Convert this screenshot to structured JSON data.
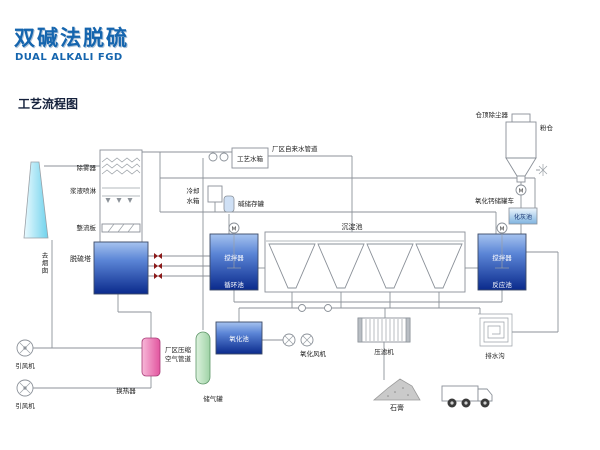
{
  "header": {
    "title": "双碱法脱硫",
    "subtitle": "DUAL ALKALI FGD",
    "section": "工艺流程图"
  },
  "diagram": {
    "chimney": {
      "label": "去烟囱"
    },
    "tower": {
      "label": "脱硫塔",
      "demister": "除雾器",
      "spray": "浆液喷淋",
      "rectifier": "整流板"
    },
    "fans": {
      "fan1": "引风机",
      "fan2": "引风机"
    },
    "water": {
      "process_tank": "工艺水箱",
      "tap_pipe": "厂区自来水管道",
      "cooling_line1": "冷却",
      "cooling_line2": "水箱",
      "alkali_tank": "碱储存罐"
    },
    "pools": {
      "sedimentation": "沉淀池",
      "agitator_left": "搅拌器",
      "agitator_right": "搅拌器",
      "circulation": "循环池",
      "reaction": "反应池",
      "oxidation": "氧化池"
    },
    "air": {
      "heat_exchanger": "换热器",
      "gas_tank": "储气罐",
      "pipe_line1": "厂区压缩",
      "pipe_line2": "空气管道",
      "oxidation_fan": "氧化风机"
    },
    "solids": {
      "filter_press": "压滤机",
      "drain": "排水沟",
      "gypsum": "石膏"
    },
    "lime": {
      "dust_collector": "仓顶除尘器",
      "silo": "粉仓",
      "truck": "氧化钙储罐车",
      "slaking": "化灰池"
    },
    "motors": {
      "left": "M",
      "right": "M",
      "silo": "M"
    }
  },
  "colors": {
    "accent": "#1565ae",
    "tank_blue": "#0c2f95",
    "chimney_cyan": "#7fd9ef",
    "exchanger_pink": "#ef6fb0",
    "gas_green": "#bfe6c2",
    "line_gray": "#8c9299"
  }
}
